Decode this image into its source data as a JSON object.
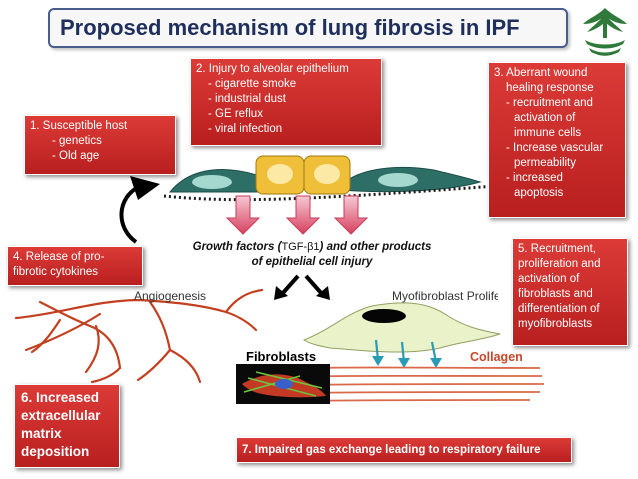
{
  "title": "Proposed mechanism of lung fibrosis in IPF",
  "boxes": {
    "host": {
      "lines": [
        "1. Susceptible host",
        "- genetics",
        "- Old age"
      ]
    },
    "injury": {
      "lines": [
        "2. Injury to alveolar epithelium",
        "- cigarette smoke",
        "- industrial dust",
        "- GE reflux",
        "- viral infection"
      ]
    },
    "wound": {
      "lines": [
        "3. Aberrant wound",
        "healing response",
        "- recruitment and",
        "activation of",
        "immune cells",
        "- Increase vascular",
        "permeability",
        "- increased",
        "apoptosis"
      ]
    },
    "cytokines": {
      "lines": [
        "4. Release of pro-",
        "fibrotic cytokines"
      ]
    },
    "recruitment": {
      "lines": [
        "5. Recruitment,",
        "proliferation and",
        "activation of",
        "fibroblasts and",
        "differentiation of",
        "myofibroblasts"
      ]
    },
    "ecm": {
      "lines": [
        "6. Increased",
        "extracellular",
        "matrix",
        "deposition"
      ]
    },
    "gas": {
      "text": "7. Impaired gas exchange leading to respiratory failure"
    }
  },
  "growth_factors": {
    "part1": "Growth factors (",
    "tgf": "TGF-β1",
    "part2": ") and other products of epithelial cell injury"
  },
  "labels": {
    "angiogenesis": "Angiogenesis",
    "myofibroblast": "Myofibroblast Proliferation",
    "fibroblasts": "Fibroblasts",
    "collagen": "Collagen"
  },
  "icons": {
    "emblem": "university-seal-icon"
  },
  "colors": {
    "box_red": "#c72a26",
    "title_text": "#1f2f5c",
    "title_border": "#4a5e8c",
    "collagen_label": "#c9472a"
  }
}
